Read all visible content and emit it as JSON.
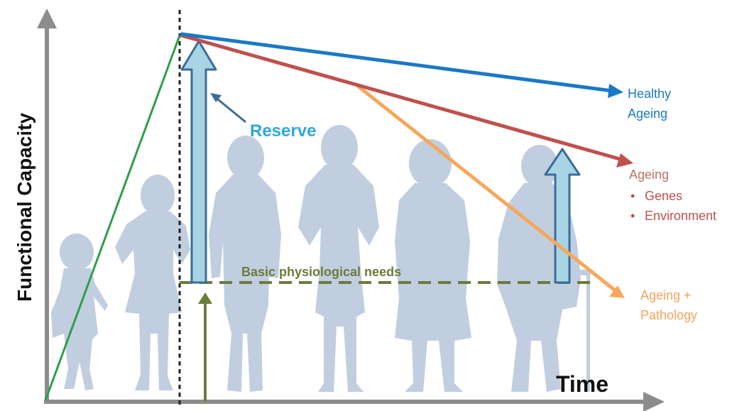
{
  "axes": {
    "y_label": "Functional Capacity",
    "x_label": "Time"
  },
  "labels": {
    "reserve": "Reserve",
    "basic_needs": "Basic physiological needs",
    "healthy_line1": "Healthy",
    "healthy_line2": "Ageing",
    "ageing_title": "Ageing",
    "ageing_bullet1": "Genes",
    "ageing_bullet2": "Environment",
    "bullet_symbol": "•",
    "pathology_line1": "Ageing +",
    "pathology_line2": "Pathology"
  },
  "colors": {
    "axis": "#8c8c8c",
    "silhouette": "#c1cee0",
    "growth_line": "#2e9e4a",
    "healthy": "#1b78c8",
    "ageing": "#c0504d",
    "pathology": "#f6a75a",
    "reserve_arrow_fill": "#a8d4e4",
    "reserve_arrow_stroke": "#3b6d9a",
    "reserve_text": "#2ea8d8",
    "basic_needs_line": "#6b7b3a",
    "basic_needs_text": "#6b7b3a",
    "baseline_arrow": "#6b7b3a",
    "dotted_divider": "#222222",
    "label_ageing": "#b8735a",
    "label_bullets": "#c0504d",
    "label_pathology": "#f5a35a"
  },
  "figures": [
    {
      "name": "toddler"
    },
    {
      "name": "child"
    },
    {
      "name": "young-adult"
    },
    {
      "name": "adult"
    },
    {
      "name": "middle-aged"
    },
    {
      "name": "elderly-with-cane"
    }
  ]
}
